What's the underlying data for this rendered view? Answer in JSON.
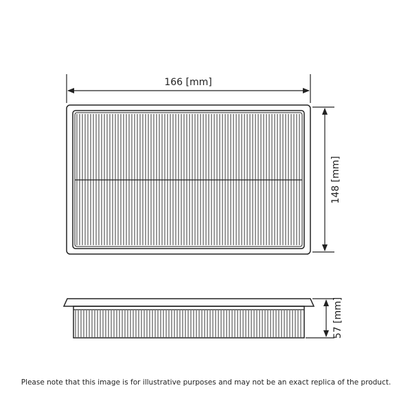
{
  "dimensions": {
    "width_label": "166 [mm]",
    "length_label": "148 [mm]",
    "height_label": "57 [mm]"
  },
  "disclaimer": "Please note that this image is for illustrative purposes and may not be an exact replica of the product.",
  "colors": {
    "line": "#222222",
    "background": "#ffffff"
  }
}
